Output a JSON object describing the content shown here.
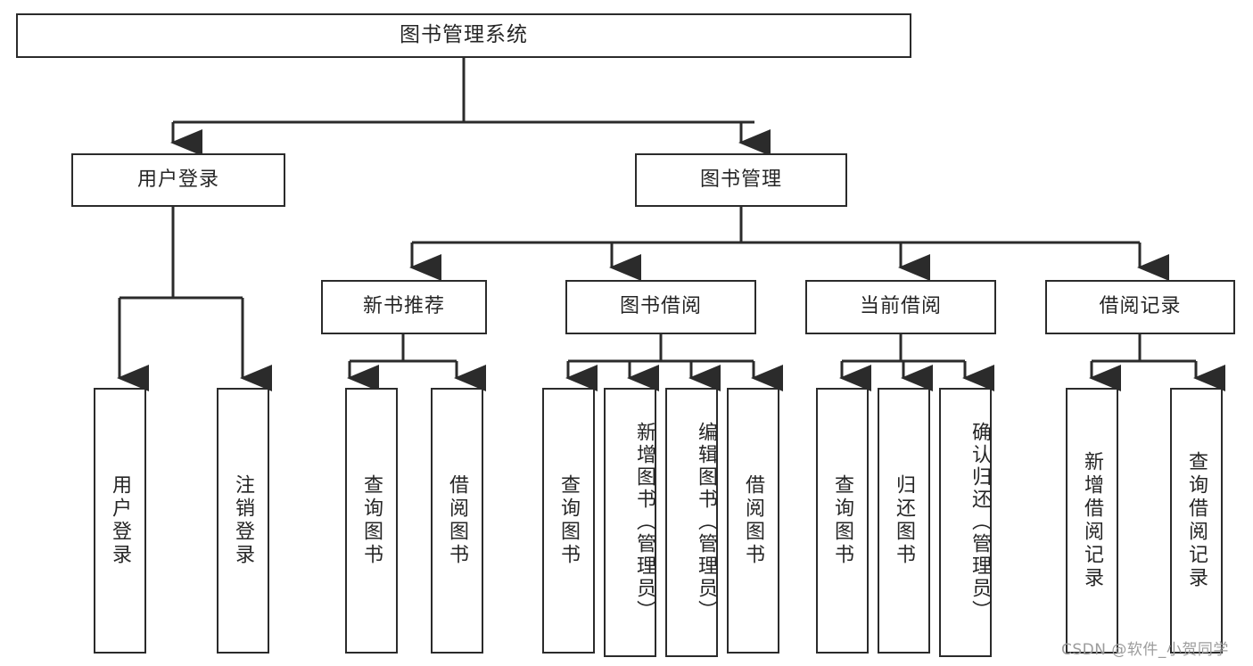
{
  "diagram": {
    "type": "tree",
    "title": "图书管理系统",
    "orientation": "top-down",
    "colors": {
      "box_border": "#2b2b2b",
      "box_fill": "#ffffff",
      "edge": "#2b2b2b",
      "text": "#262626",
      "watermark": "#9c9c9c"
    },
    "root": {
      "label": "图书管理系统"
    },
    "level2": [
      {
        "label": "用户登录"
      },
      {
        "label": "图书管理"
      }
    ],
    "level3": [
      {
        "label": "新书推荐"
      },
      {
        "label": "图书借阅"
      },
      {
        "label": "当前借阅"
      },
      {
        "label": "借阅记录"
      }
    ],
    "leaves": {
      "user_login": [
        {
          "label": "用户登录"
        },
        {
          "label": "注销登录"
        }
      ],
      "new_book_recommend": [
        {
          "label": "查询图书"
        },
        {
          "label": "借阅图书"
        }
      ],
      "book_borrow": [
        {
          "label": "查询图书"
        },
        {
          "label": "新增图书（管理员）"
        },
        {
          "label": "编辑图书（管理员）"
        },
        {
          "label": "借阅图书"
        }
      ],
      "current_borrow": [
        {
          "label": "查询图书"
        },
        {
          "label": "归还图书"
        },
        {
          "label": "确认归还（管理员）"
        }
      ],
      "borrow_record": [
        {
          "label": "新增借阅记录"
        },
        {
          "label": "查询借阅记录"
        }
      ]
    }
  },
  "watermark": {
    "text": "CSDN @软件_小贺同学"
  }
}
